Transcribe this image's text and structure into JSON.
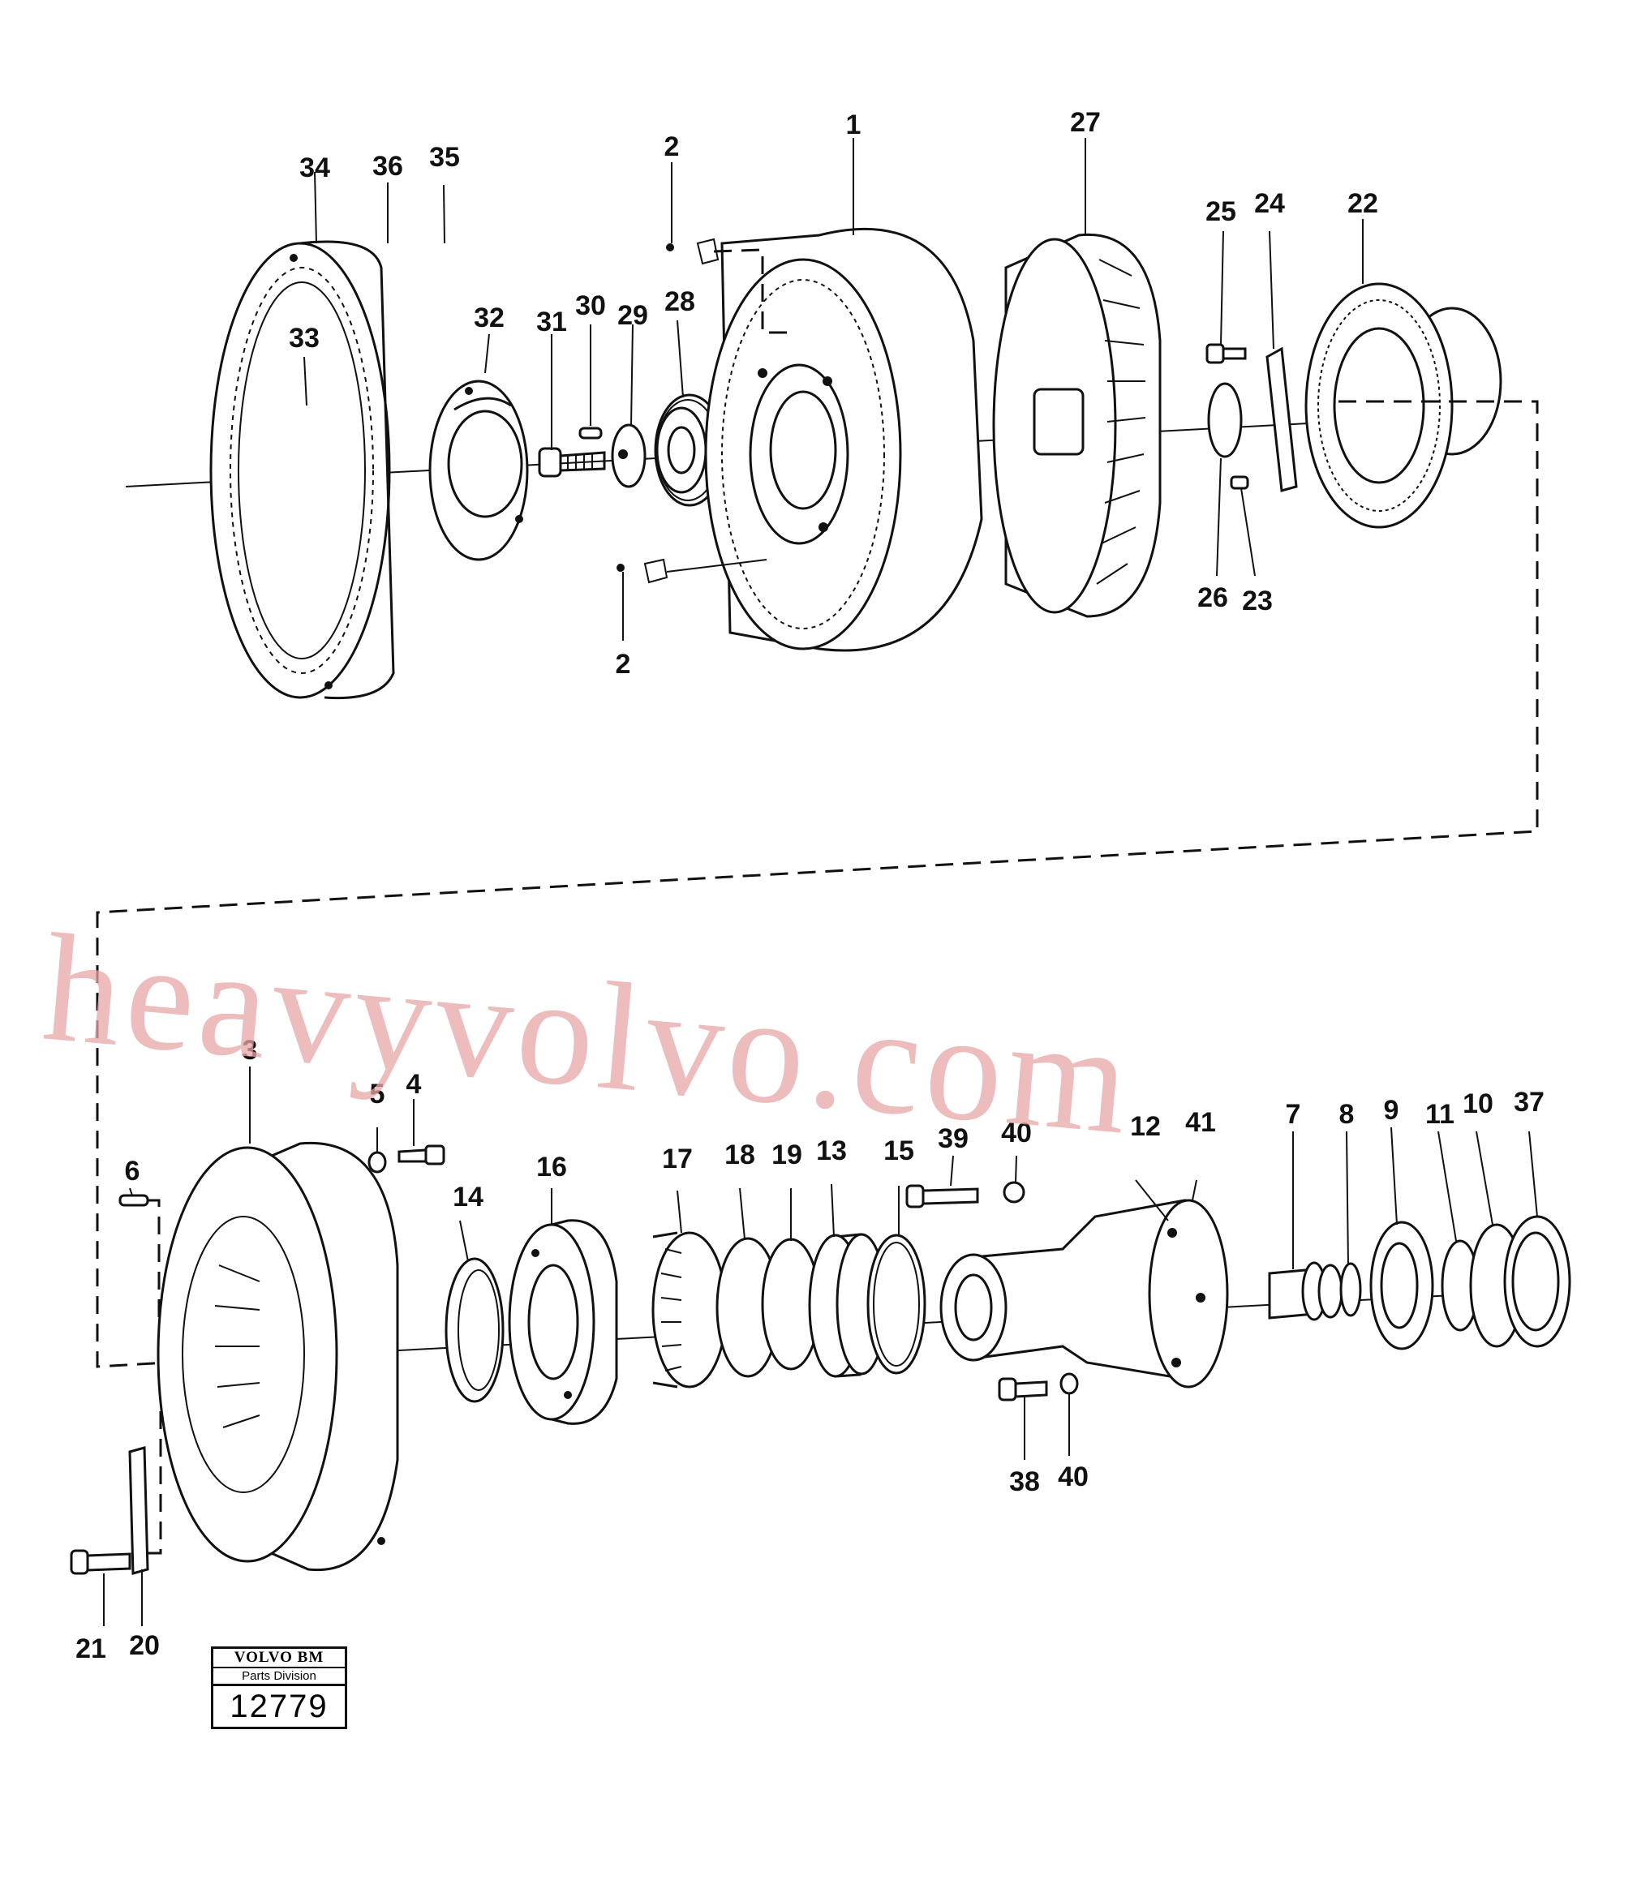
{
  "watermark": "heavyvolvo.com",
  "stamp": {
    "brand": "VOLVO BM",
    "division": "Parts Division",
    "number": "12779"
  },
  "callouts": [
    "1",
    "2",
    "2",
    "3",
    "4",
    "5",
    "6",
    "7",
    "8",
    "9",
    "10",
    "11",
    "12",
    "13",
    "14",
    "15",
    "16",
    "17",
    "18",
    "19",
    "20",
    "21",
    "22",
    "23",
    "24",
    "25",
    "26",
    "27",
    "28",
    "29",
    "30",
    "31",
    "32",
    "33",
    "34",
    "35",
    "36",
    "37",
    "38",
    "39",
    "40",
    "40",
    "41"
  ]
}
